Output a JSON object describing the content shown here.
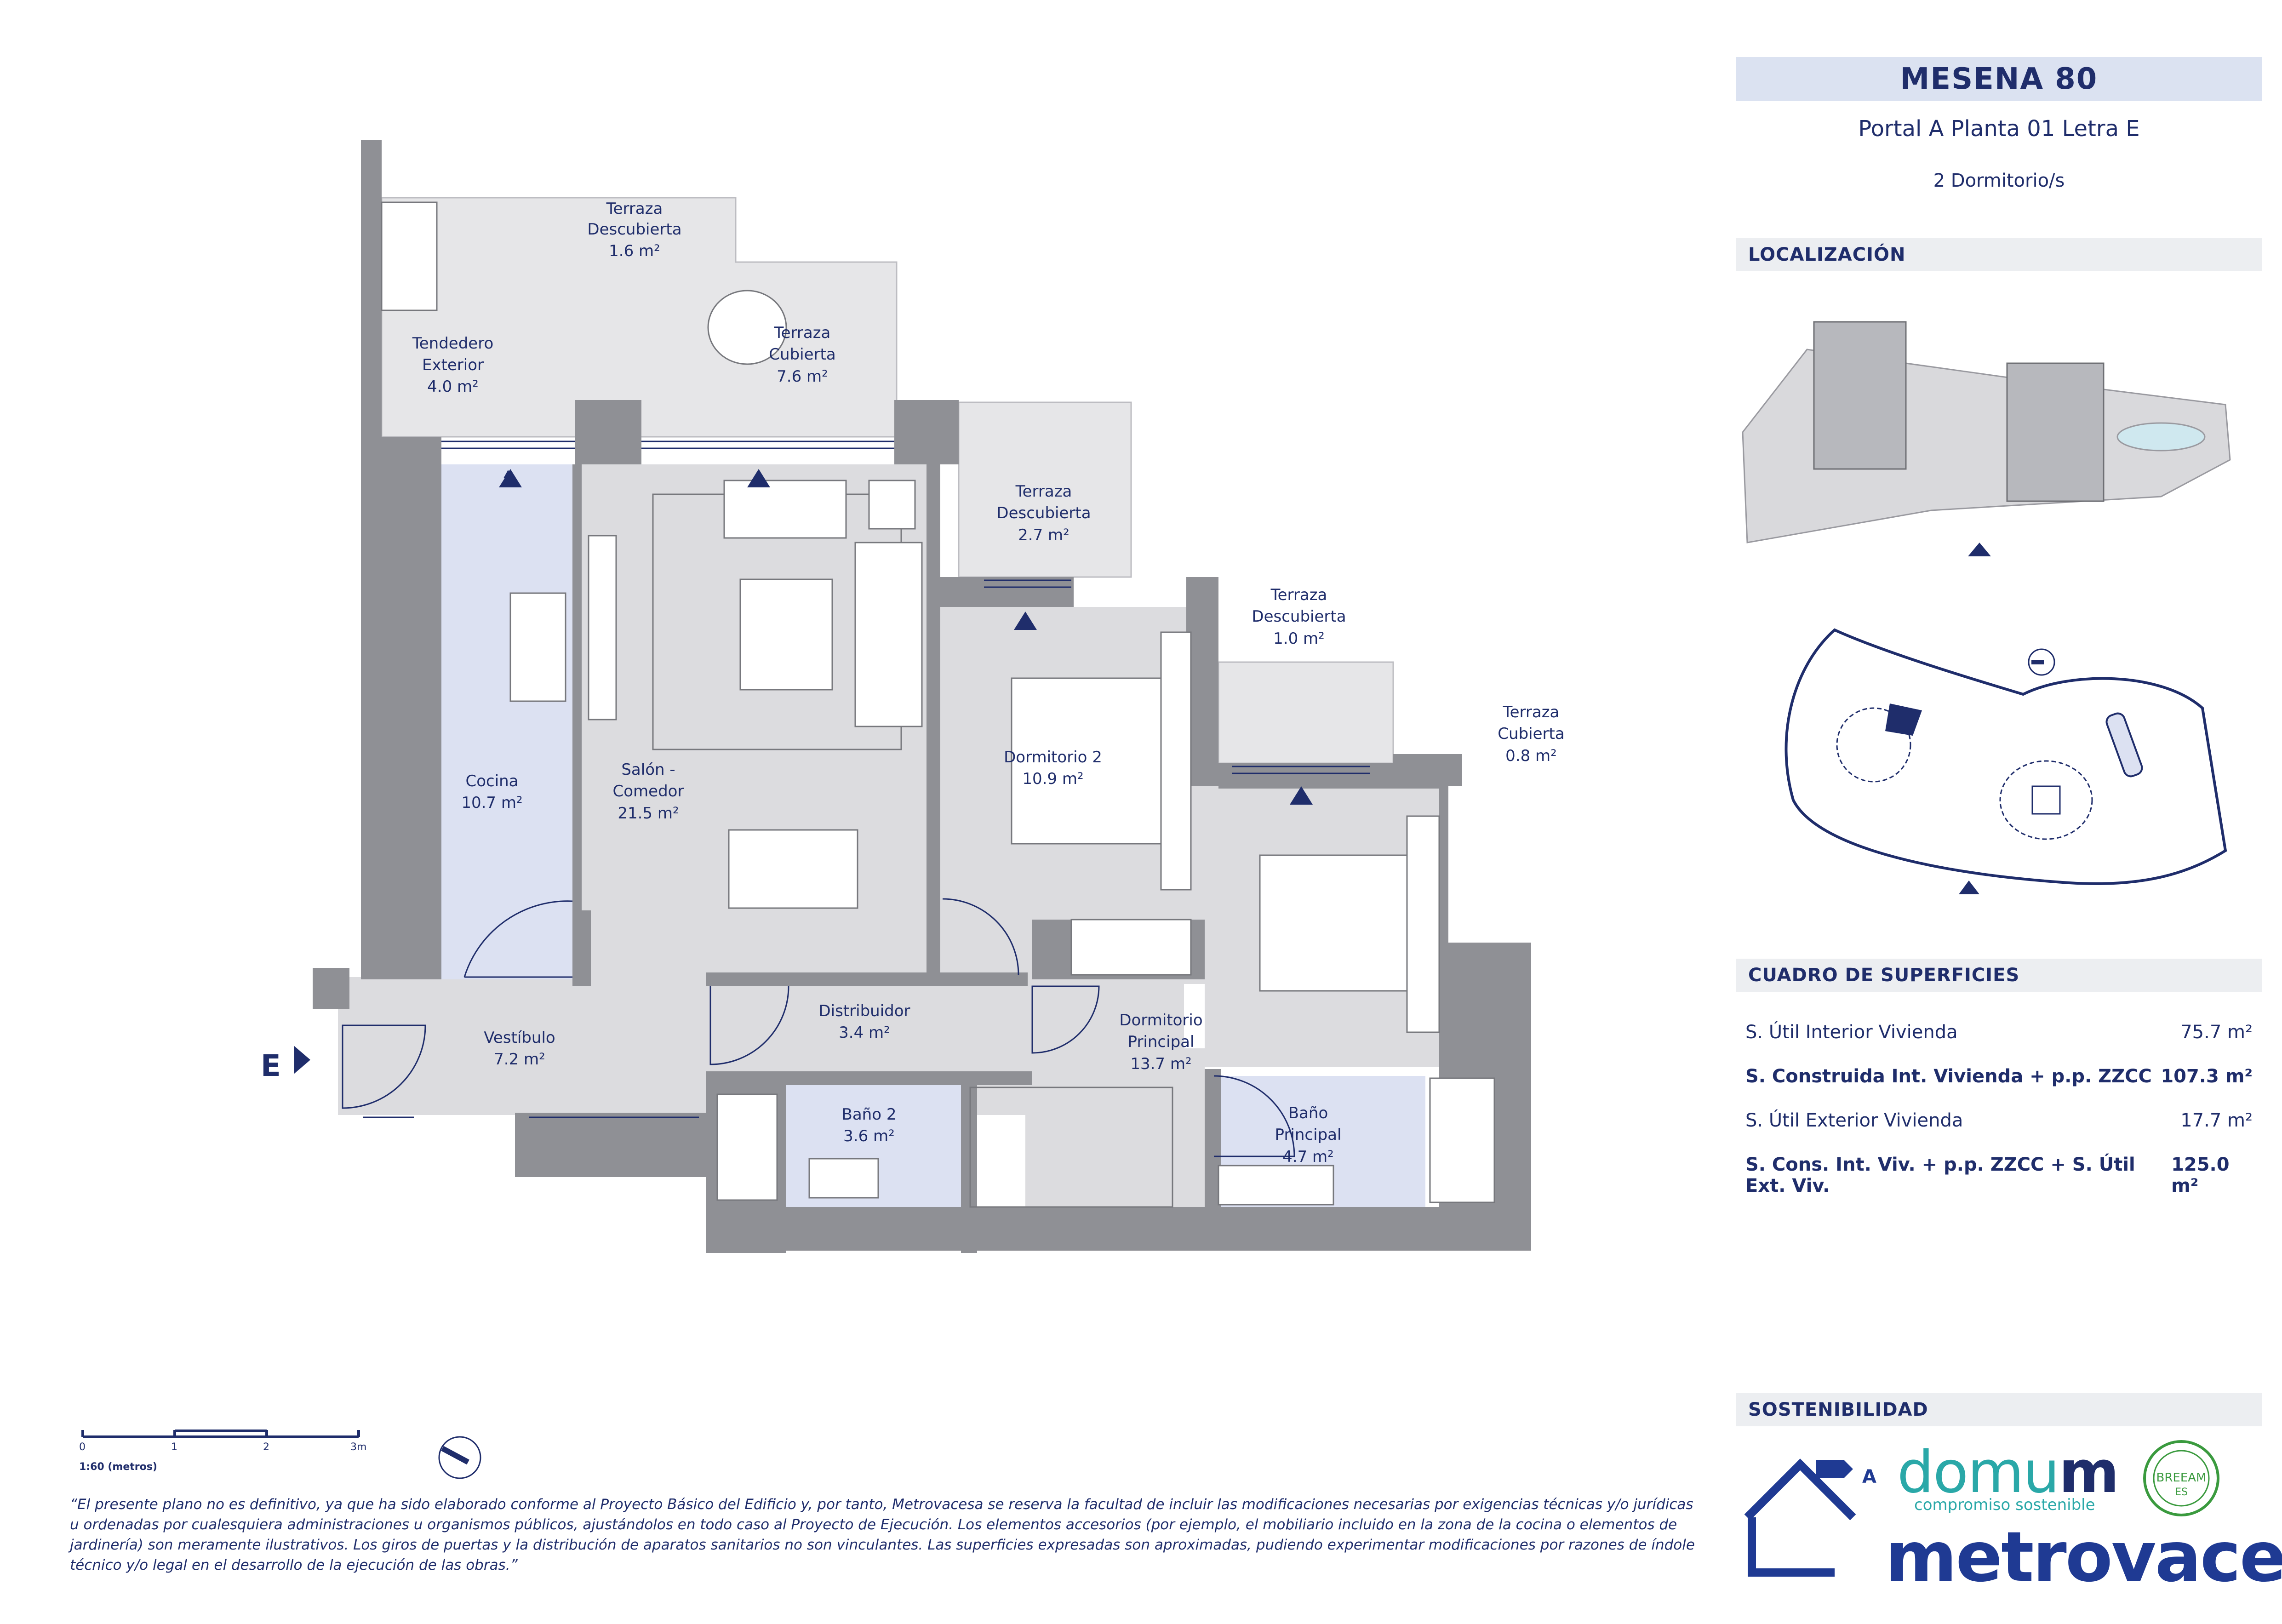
{
  "header": {
    "title": "MESENA 80",
    "subtitle": "Portal A Planta 01 Letra E",
    "bedrooms": "2 Dormitorio/s"
  },
  "sections": {
    "location": "LOCALIZACIÓN",
    "surfaces": "CUADRO DE SUPERFICIES",
    "sustainability": "SOSTENIBILIDAD"
  },
  "surfaces": [
    {
      "label": "S. Útil Interior Vivienda",
      "value": "75.7 m²"
    },
    {
      "label": "S. Construida Int. Vivienda + p.p. ZZCC",
      "value": "107.3 m²"
    },
    {
      "label": "S. Útil Exterior Vivienda",
      "value": "17.7 m²"
    },
    {
      "label": "S. Cons. Int. Viv. + p.p. ZZCC + S. Útil Ext. Viv.",
      "value": "125.0 m²"
    }
  ],
  "rooms": {
    "terraza_desc_1": {
      "l1": "Terraza",
      "l2": "Descubierta",
      "area": "1.6 m²"
    },
    "tendedero": {
      "l1": "Tendedero",
      "l2": "Exterior",
      "area": "4.0 m²"
    },
    "terraza_cub_1": {
      "l1": "Terraza",
      "l2": "Cubierta",
      "area": "7.6 m²"
    },
    "terraza_desc_2": {
      "l1": "Terraza",
      "l2": "Descubierta",
      "area": "2.7 m²"
    },
    "terraza_desc_3": {
      "l1": "Terraza",
      "l2": "Descubierta",
      "area": "1.0 m²"
    },
    "terraza_cub_2": {
      "l1": "Terraza",
      "l2": "Cubierta",
      "area": "0.8 m²"
    },
    "cocina": {
      "l1": "Cocina",
      "area": "10.7 m²"
    },
    "salon": {
      "l1": "Salón -",
      "l2": "Comedor",
      "area": "21.5 m²"
    },
    "dormitorio2": {
      "l1": "Dormitorio 2",
      "area": "10.9 m²"
    },
    "distribuidor": {
      "l1": "Distribuidor",
      "area": "3.4 m²"
    },
    "vestibulo": {
      "l1": "Vestíbulo",
      "area": "7.2 m²"
    },
    "dormitorio_principal": {
      "l1": "Dormitorio",
      "l2": "Principal",
      "area": "13.7 m²"
    },
    "bano2": {
      "l1": "Baño 2",
      "area": "3.6 m²"
    },
    "bano_principal": {
      "l1": "Baño",
      "l2": "Principal",
      "area": "4.7 m²"
    }
  },
  "entry_label": "E",
  "scale": {
    "ticks": [
      "0",
      "1",
      "2",
      "3m"
    ],
    "caption": "1:60 (metros)"
  },
  "disclaimer": "“El presente plano no es definitivo, ya que ha sido elaborado conforme al Proyecto Básico del Edificio y, por tanto, Metrovacesa se reserva la facultad de incluir las modificaciones necesarias por exigencias técnicas y/o jurídicas u ordenadas por cualesquiera administraciones u organismos públicos, ajustándolos en todo caso al Proyecto de Ejecución. Los elementos accesorios (por ejemplo, el mobiliario incluido en la zona de la cocina o elementos de jardinería) son meramente ilustrativos. Los giros de puertas y la distribución de aparatos sanitarios no son vinculantes. Las superficies expresadas son aproximadas, pudiendo experimentar modificaciones por razones de índole técnico y/o legal en el desarrollo de la ejecución de las obras.”",
  "logos": {
    "energy_letter": "A",
    "domum_a": "domu",
    "domum_b": "m",
    "domum_tagline": "compromiso sostenible",
    "breeam": "BREEAM",
    "breeam_sub": "ES",
    "metrovacesa": "metrovacesa"
  },
  "colors": {
    "wall": "#8f9095",
    "floor": "#dcdcdf",
    "wet": "#dce1f2",
    "terrace": "#e6e6e8",
    "accent": "#1f2d6b",
    "teal": "#2aa8a8"
  }
}
